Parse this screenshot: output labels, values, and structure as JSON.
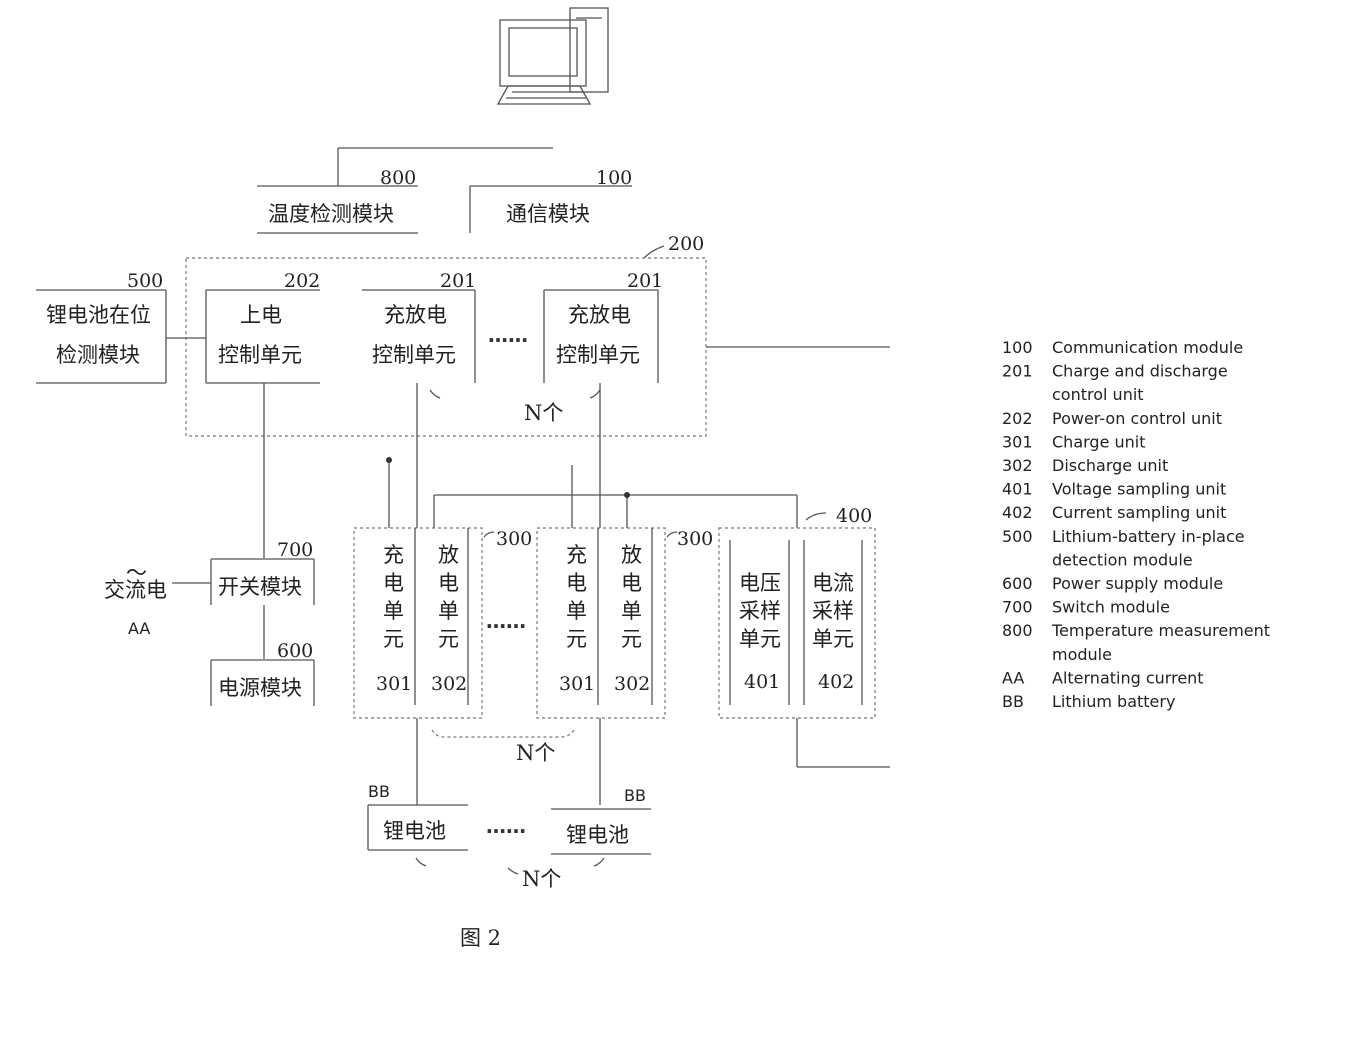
{
  "labels": {
    "n800": "800",
    "n100": "100",
    "n200": "200",
    "n500": "500",
    "n202": "202",
    "n201a": "201",
    "n201b": "201",
    "n300a": "300",
    "n300b": "300",
    "n400": "400",
    "n700": "700",
    "n600": "600",
    "n301a": "301",
    "n302a": "302",
    "n301b": "301",
    "n302b": "302",
    "n401": "401",
    "n402": "402",
    "bb1": "BB",
    "bb2": "BB",
    "aa": "AA"
  },
  "boxes": {
    "temp": "温度检测模块",
    "comm": "通信模块",
    "li_detect_1": "锂电池在位",
    "li_detect_2": "检测模块",
    "power_on_1": "上电",
    "power_on_2": "控制单元",
    "cd1_1": "充放电",
    "cd1_2": "控制单元",
    "cd2_1": "充放电",
    "cd2_2": "控制单元",
    "n_units_1": "N个",
    "n_units_2": "N个",
    "n_units_3": "N个",
    "ac": "交流电",
    "ac_symbol": "～",
    "switch": "开关模块",
    "power": "电源模块",
    "battery1": "锂电池",
    "battery2": "锂电池",
    "charge_a": [
      "充",
      "电",
      "单",
      "元"
    ],
    "discharge_a": [
      "放",
      "电",
      "单",
      "元"
    ],
    "charge_b": [
      "充",
      "电",
      "单",
      "元"
    ],
    "discharge_b": [
      "放",
      "电",
      "单",
      "元"
    ],
    "voltage": [
      "电压",
      "采样",
      "单元"
    ],
    "current": [
      "电流",
      "采样",
      "单元"
    ],
    "ellipsis": "……",
    "figure": "图 2"
  },
  "legend": [
    {
      "code": "100",
      "text": [
        "Communication module"
      ]
    },
    {
      "code": "201",
      "text": [
        "Charge and discharge",
        "control unit"
      ]
    },
    {
      "code": "202",
      "text": [
        "Power-on control unit"
      ]
    },
    {
      "code": "301",
      "text": [
        "Charge unit"
      ]
    },
    {
      "code": "302",
      "text": [
        "Discharge unit"
      ]
    },
    {
      "code": "401",
      "text": [
        "Voltage sampling unit"
      ]
    },
    {
      "code": "402",
      "text": [
        "Current sampling unit"
      ]
    },
    {
      "code": "500",
      "text": [
        "Lithium-battery in-place",
        "detection module"
      ]
    },
    {
      "code": "600",
      "text": [
        "Power supply module"
      ]
    },
    {
      "code": "700",
      "text": [
        "Switch module"
      ]
    },
    {
      "code": "800",
      "text": [
        "Temperature measurement",
        "module"
      ]
    },
    {
      "code": "AA",
      "text": [
        "Alternating current"
      ]
    },
    {
      "code": "BB",
      "text": [
        "Lithium battery"
      ]
    }
  ]
}
